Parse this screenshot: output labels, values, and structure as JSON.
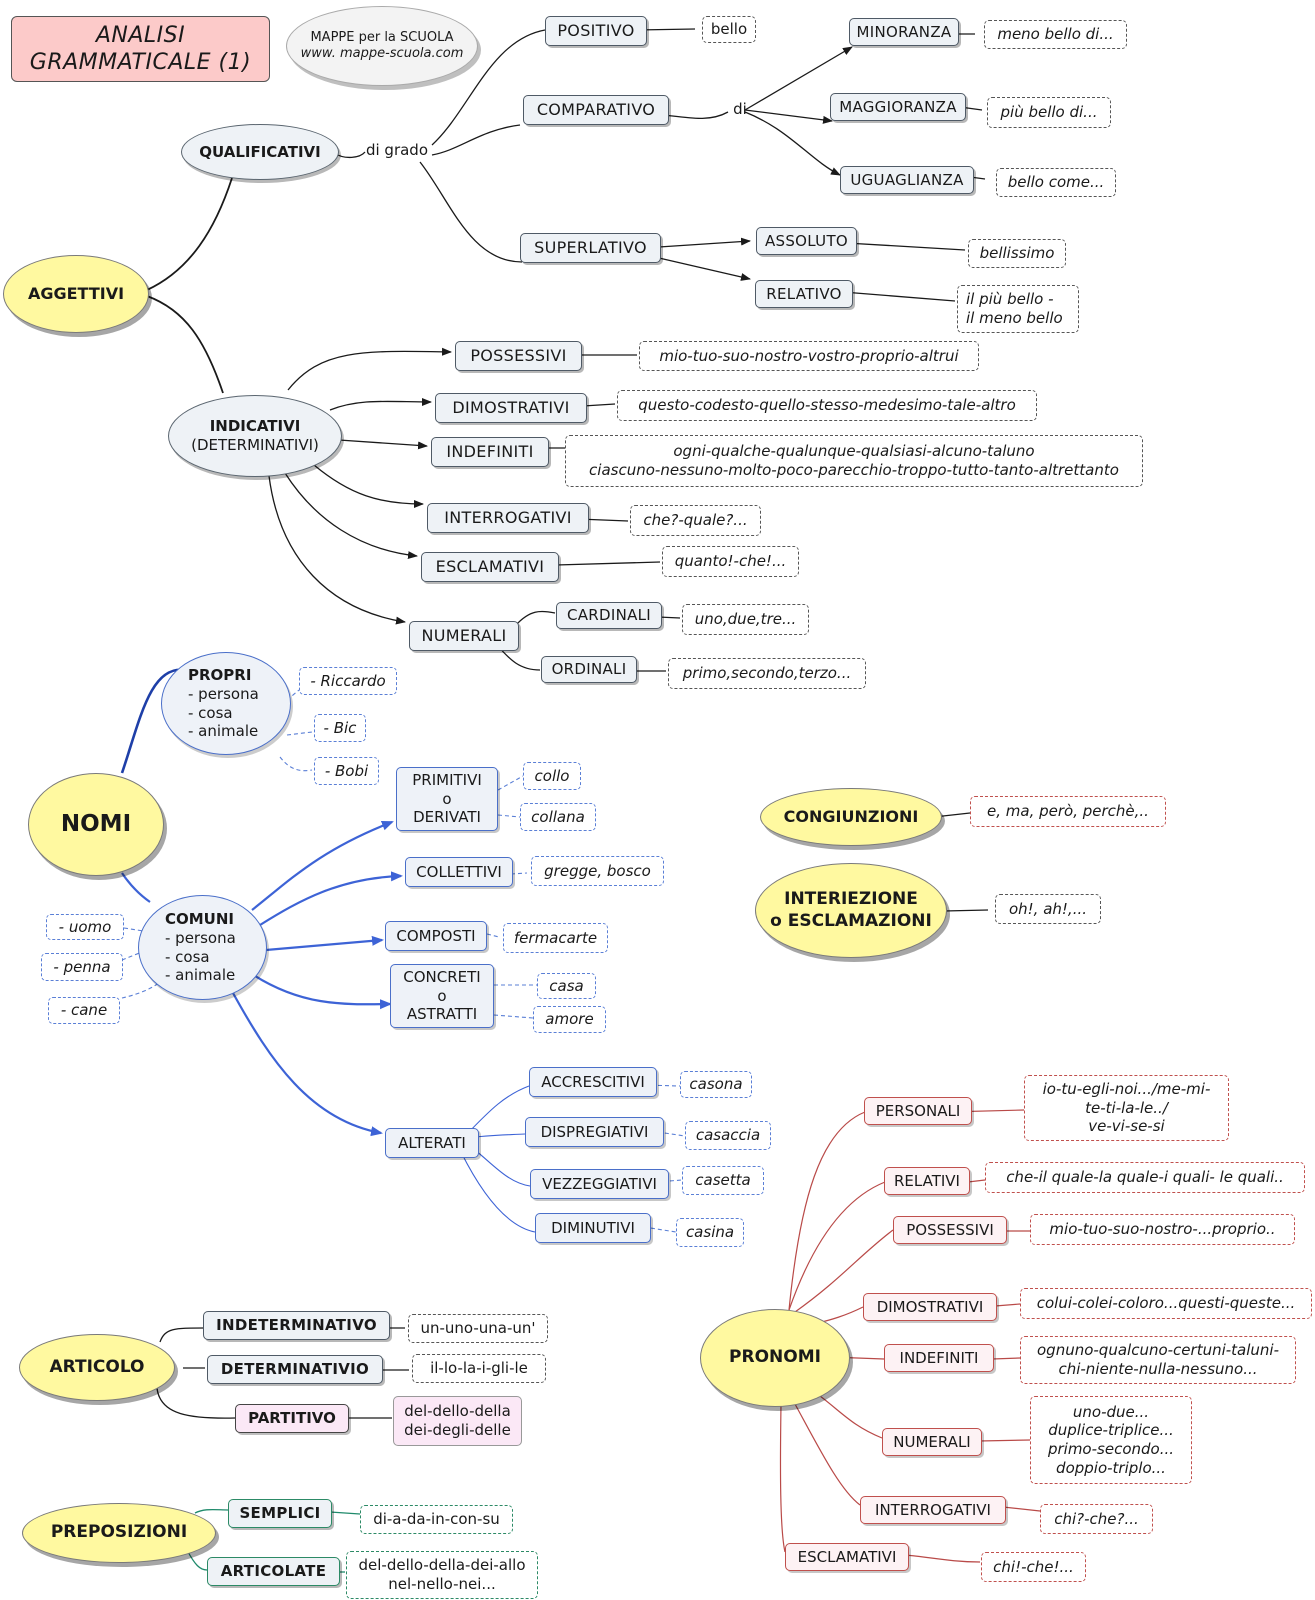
{
  "header": {
    "title_l1": "ANALISI",
    "title_l2": "GRAMMATICALE (1)",
    "site_l1": "MAPPE per la SCUOLA",
    "site_l2": "www. mappe-scuola.com"
  },
  "aggettivi": {
    "root": "AGGETTIVI",
    "qual": {
      "label": "QUALIFICATIVI",
      "di_grado": "di grado",
      "positivo": "POSITIVO",
      "positivo_ex": "bello",
      "comparativo": "COMPARATIVO",
      "di": "di",
      "minoranza": "MINORANZA",
      "minoranza_ex": "meno bello di...",
      "maggioranza": "MAGGIORANZA",
      "maggioranza_ex": "più bello di...",
      "uguaglianza": "UGUAGLIANZA",
      "uguaglianza_ex": "bello come...",
      "superlativo": "SUPERLATIVO",
      "assoluto": "ASSOLUTO",
      "assoluto_ex": "bellissimo",
      "relativo": "RELATIVO",
      "relativo_ex_l1": "il più bello -",
      "relativo_ex_l2": "il meno bello"
    },
    "ind": {
      "label_l1": "INDICATIVI",
      "label_l2": "(DETERMINATIVI)",
      "possessivi": "POSSESSIVI",
      "possessivi_ex": "mio-tuo-suo-nostro-vostro-proprio-altrui",
      "dimostrativi": "DIMOSTRATIVI",
      "dimostrativi_ex": "questo-codesto-quello-stesso-medesimo-tale-altro",
      "indefiniti": "INDEFINITI",
      "indefiniti_ex_l1": "ogni-qualche-qualunque-qualsiasi-alcuno-taluno",
      "indefiniti_ex_l2": "ciascuno-nessuno-molto-poco-parecchio-troppo-tutto-tanto-altrettanto",
      "interrogativi": "INTERROGATIVI",
      "interrogativi_ex": "che?-quale?...",
      "esclamativi": "ESCLAMATIVI",
      "esclamativi_ex": "quanto!-che!...",
      "numerali": "NUMERALI",
      "cardinali": "CARDINALI",
      "cardinali_ex": "uno,due,tre...",
      "ordinali": "ORDINALI",
      "ordinali_ex": "primo,secondo,terzo..."
    }
  },
  "nomi": {
    "root": "NOMI",
    "propri": {
      "title": "PROPRI",
      "items": [
        "- persona",
        "- cosa",
        "- animale"
      ],
      "ex": [
        "- Riccardo",
        "- Bic",
        "- Bobi"
      ]
    },
    "comuni": {
      "title": "COMUNI",
      "items": [
        "- persona",
        "- cosa",
        "- animale"
      ],
      "ex": [
        "- uomo",
        "- penna",
        "- cane"
      ]
    },
    "primitivi": [
      "PRIMITIVI",
      "o",
      "DERIVATI"
    ],
    "primitivi_ex": [
      "collo",
      "collana"
    ],
    "collettivi": "COLLETTIVI",
    "collettivi_ex": "gregge, bosco",
    "composti": "COMPOSTI",
    "composti_ex": "fermacarte",
    "concreti": [
      "CONCRETI",
      "o",
      "ASTRATTI"
    ],
    "concreti_ex": [
      "casa",
      "amore"
    ],
    "alterati": "ALTERATI",
    "accrescitivi": "ACCRESCITIVI",
    "accrescitivi_ex": "casona",
    "dispregiativi": "DISPREGIATIVI",
    "dispregiativi_ex": "casaccia",
    "vezzeggiativi": "VEZZEGGIATIVI",
    "vezzeggiativi_ex": "casetta",
    "diminutivi": "DIMINUTIVI",
    "diminutivi_ex": "casina"
  },
  "congiunzioni": {
    "label": "CONGIUNZIONI",
    "ex": "e, ma, però, perchè,.."
  },
  "interiezione": {
    "label_l1": "INTERIEZIONE",
    "label_l2": "o ESCLAMAZIONI",
    "ex": "oh!, ah!,..."
  },
  "articolo": {
    "root": "ARTICOLO",
    "indet": "INDETERMINATIVO",
    "indet_ex": "un-uno-una-un'",
    "det": "DETERMINATIVIO",
    "det_ex": "il-lo-la-i-gli-le",
    "part": "PARTITIVO",
    "part_ex_l1": "del-dello-della",
    "part_ex_l2": "dei-degli-delle"
  },
  "preposizioni": {
    "root": "PREPOSIZIONI",
    "semplici": "SEMPLICI",
    "semplici_ex": "di-a-da-in-con-su",
    "articolate": "ARTICOLATE",
    "articolate_ex_l1": "del-dello-della-dei-allo",
    "articolate_ex_l2": "nel-nello-nei..."
  },
  "pronomi": {
    "root": "PRONOMI",
    "personali": "PERSONALI",
    "personali_ex": [
      "io-tu-egli-noi.../me-mi-",
      "te-ti-la-le../",
      "ve-vi-se-si"
    ],
    "relativi": "RELATIVI",
    "relativi_ex": "che-il quale-la quale-i quali- le quali..",
    "possessivi": "POSSESSIVI",
    "possessivi_ex": "mio-tuo-suo-nostro-...proprio..",
    "dimostrativi": "DIMOSTRATIVI",
    "dimostrativi_ex": "colui-colei-coloro...questi-queste...",
    "indefiniti": "INDEFINITI",
    "indefiniti_ex": [
      "ognuno-qualcuno-certuni-taluni-",
      "chi-niente-nulla-nessuno..."
    ],
    "numerali": "NUMERALI",
    "numerali_ex": [
      "uno-due...",
      "duplice-triplice...",
      "primo-secondo...",
      "doppio-triplo..."
    ],
    "interrogativi": "INTERROGATIVI",
    "interrogativi_ex": "chi?-che?...",
    "esclamativi": "ESCLAMATIVI",
    "esclamativi_ex": "chi!-che!..."
  },
  "colors": {
    "black_link": "#1a1a1a",
    "blue_link": "#3d63d6",
    "red_link": "#b94a48",
    "yellow": "#fff9a0",
    "gray": "#eef2f6"
  }
}
